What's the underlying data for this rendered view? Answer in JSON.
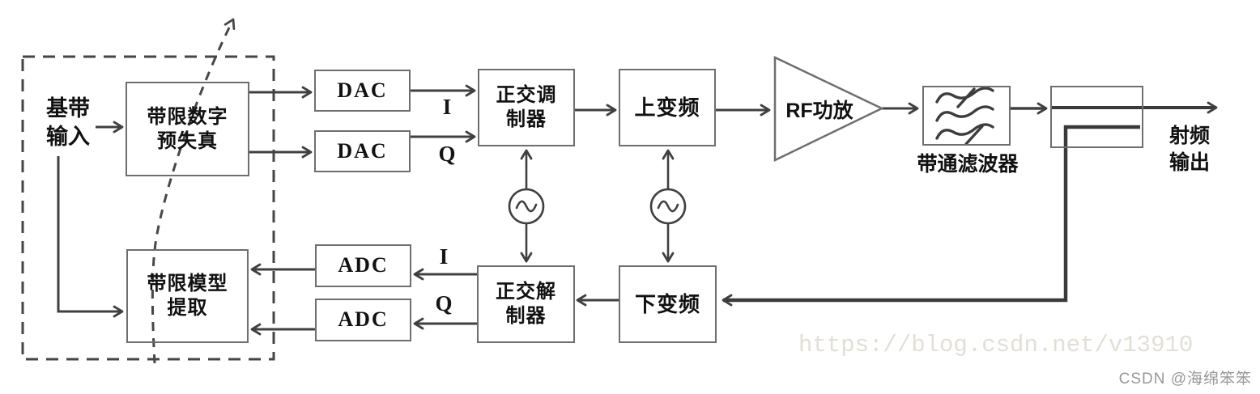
{
  "diagram_title": "band-limited digital predistortion RF transmitter block diagram",
  "nodes": {
    "baseband_input": {
      "label": "基带\n输入"
    },
    "predistortion": {
      "label": "带限数字\n预失真"
    },
    "model_extraction": {
      "label": "带限模型\n提取"
    },
    "dac_i": {
      "label": "DAC"
    },
    "dac_q": {
      "label": "DAC"
    },
    "adc_i": {
      "label": "ADC"
    },
    "adc_q": {
      "label": "ADC"
    },
    "quadrature_modulator": {
      "label": "正交调\n制器"
    },
    "upconverter": {
      "label": "上变频"
    },
    "quadrature_demodulator": {
      "label": "正交解\n制器"
    },
    "downconverter": {
      "label": "下变频"
    },
    "rf_amplifier": {
      "label": "RF功放"
    },
    "bandpass_filter": {
      "label": "带通滤波器"
    },
    "rf_output": {
      "label": "射频\n输出"
    }
  },
  "signal_labels": {
    "i_forward": "I",
    "q_forward": "Q",
    "i_feedback": "I",
    "q_feedback": "Q"
  },
  "watermark": {
    "url_text": "https://blog.csdn.net/v13910",
    "credit": "CSDN @海绵笨笨"
  },
  "colors": {
    "background": "#ffffff",
    "line": "#404040",
    "dashed_line": "#474747",
    "box_border": "#6e6e6e",
    "text": "#111111",
    "watermark_text": "#e2dfd6",
    "credit_text": "#979797"
  }
}
